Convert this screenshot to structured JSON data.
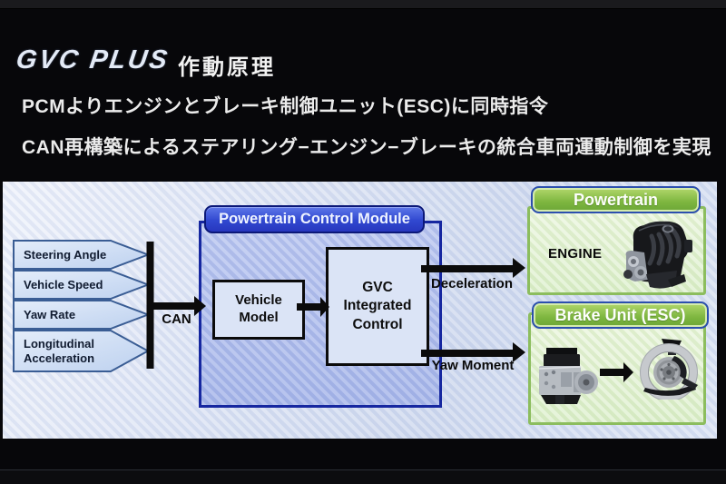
{
  "slide": {
    "title": {
      "logo": "GVC PLUS",
      "heading": "作動原理"
    },
    "subtitle": {
      "line1": "PCMよりエンジンとブレーキ制御ユニット(ESC)に同時指令",
      "line2": "CAN再構築によるステアリング−エンジン−ブレーキの統合車両運動制御を実現"
    }
  },
  "diagram": {
    "inputs": [
      {
        "label": "Steering Angle"
      },
      {
        "label": "Vehicle Speed"
      },
      {
        "label": "Yaw Rate"
      },
      {
        "label": "Longitudinal Acceleration"
      }
    ],
    "bus": {
      "label": "CAN"
    },
    "pcm": {
      "title": "Powertrain Control Module",
      "blocks": [
        {
          "label": "Vehicle Model"
        },
        {
          "label": "GVC Integrated Control"
        }
      ]
    },
    "outputs": [
      {
        "label": "Deceleration",
        "target": "Powertrain"
      },
      {
        "label": "Yaw Moment",
        "target": "Brake Unit (ESC)"
      }
    ],
    "powertrain": {
      "title": "Powertrain",
      "component": "ENGINE",
      "image": "engine-photo"
    },
    "brake_unit": {
      "title": "Brake Unit (ESC)",
      "images": [
        "abs-hydraulic-unit-photo",
        "brake-disc-assembly-photo"
      ]
    }
  },
  "colors": {
    "slide_background": "#07070a",
    "panel_background": "#dde4f4",
    "pcm_header_blue": "#3148d0",
    "pcm_fill": "#b0beec",
    "green_header": "#7db63f",
    "green_fill": "#e6f3d9",
    "input_arrow_fill": "#cfdef5",
    "input_arrow_border": "#3a5d94",
    "arrow_black": "#0b0b0b",
    "title_text": "#e3eaf6"
  }
}
